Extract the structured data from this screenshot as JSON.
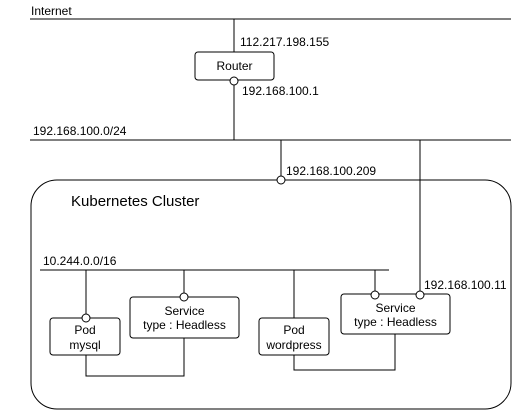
{
  "networks": {
    "internet": "Internet",
    "lan": "192.168.100.0/24",
    "pod_network": "10.244.0.0/16"
  },
  "router": {
    "label": "Router",
    "wan_ip": "112.217.198.155",
    "lan_ip": "192.168.100.1"
  },
  "cluster": {
    "title": "Kubernetes Cluster",
    "node_ip": "192.168.100.209",
    "service_ip": "192.168.100.11"
  },
  "pods": {
    "mysql": {
      "line1": "Pod",
      "line2": "mysql"
    },
    "wordpress": {
      "line1": "Pod",
      "line2": "wordpress"
    }
  },
  "services": {
    "mysql_svc": {
      "line1": "Service",
      "line2": "type : Headless"
    },
    "wordpress_svc": {
      "line1": "Service",
      "line2": "type : Headless"
    }
  }
}
